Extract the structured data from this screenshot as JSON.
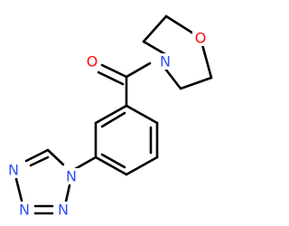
{
  "molecule": {
    "atoms": [
      {
        "id": "O_ring",
        "symbol": "O",
        "color": "#ff0d0d"
      },
      {
        "id": "N_morph",
        "symbol": "N",
        "color": "#3050f8"
      },
      {
        "id": "O_carbonyl",
        "symbol": "O",
        "color": "#ff0d0d"
      },
      {
        "id": "N1_tet",
        "symbol": "N",
        "color": "#3050f8"
      },
      {
        "id": "N2_tet",
        "symbol": "N",
        "color": "#3050f8"
      },
      {
        "id": "N3_tet",
        "symbol": "N",
        "color": "#3050f8"
      },
      {
        "id": "N4_tet",
        "symbol": "N",
        "color": "#3050f8"
      }
    ],
    "bond_color": "#000000"
  }
}
